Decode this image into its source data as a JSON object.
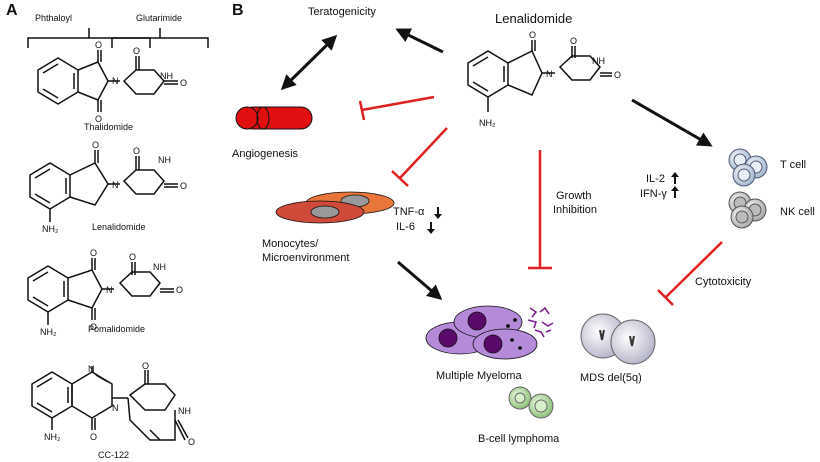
{
  "panel_a": {
    "letter": "A",
    "header_left": "Phthaloyl",
    "header_right": "Glutarimide",
    "compounds": [
      {
        "name": "Thalidomide"
      },
      {
        "name": "Lenalidomide"
      },
      {
        "name": "Pomalidomide"
      },
      {
        "name": "CC-122"
      }
    ],
    "atoms": {
      "O": "O",
      "N": "N",
      "NH": "NH",
      "NH2": "NH₂"
    }
  },
  "panel_b": {
    "letter": "B",
    "center_drug": "Lenalidomide",
    "teratogenicity": "Teratogenicity",
    "angiogenesis": "Angiogenesis",
    "monocytes": "Monocytes/",
    "microenvironment": "Microenvironment",
    "tnf": "TNF-α",
    "il6": "IL-6",
    "growth": "Growth",
    "inhibition": "Inhibition",
    "il2": "IL-2",
    "ifn": "IFN-γ",
    "t_cell": "T cell",
    "nk_cell": "NK cell",
    "cytotoxicity": "Cytotoxicity",
    "multiple_myeloma": "Multiple Myeloma",
    "mds": "MDS del(5q)",
    "b_cell_lymphoma": "B-cell lymphoma",
    "colors": {
      "inhibit": "#e02020",
      "activate": "#111111",
      "monocyte": "#d85a3a",
      "myeloma": "#9b59c7",
      "blue_cell": "#b8cfe0",
      "green_cell": "#b5d8a8"
    }
  }
}
